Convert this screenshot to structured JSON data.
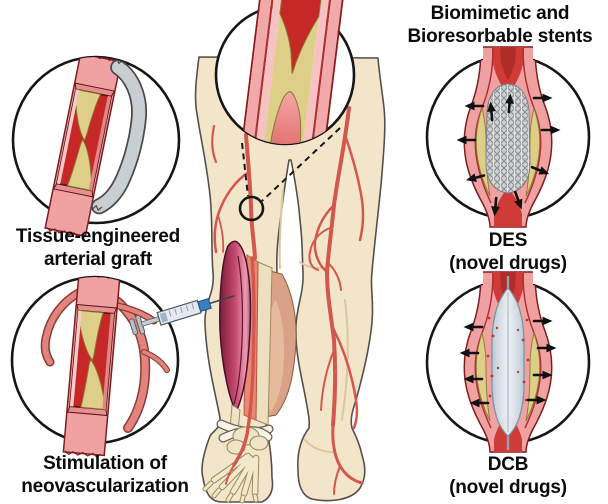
{
  "labels": {
    "tissue_graft": {
      "line1": "Tissue-engineered",
      "line2": "arterial graft"
    },
    "neovascularization": {
      "line1": "Stimulation of",
      "line2": "neovascularization"
    },
    "stents": {
      "line1": "Biomimetic and",
      "line2": "Bioresorbable stents"
    },
    "des": {
      "line1": "DES",
      "line2": "(novel drugs)"
    },
    "dcb": {
      "line1": "DCB",
      "line2": "(novel drugs)"
    }
  },
  "insets": [
    {
      "id": "stenosis-magnified",
      "depicts": "magnified artery with atherosclerotic plaque"
    },
    {
      "id": "arterial-graft",
      "depicts": "gray bypass graft around occluded artery"
    },
    {
      "id": "neovascularization",
      "depicts": "collateral vessels growing around occluded artery"
    },
    {
      "id": "stent",
      "depicts": "expanding mesh stent with outward arrows"
    },
    {
      "id": "balloon",
      "depicts": "drug-coated balloon with outward arrows"
    }
  ],
  "colors": {
    "background": "#ffffff",
    "text": "#0b0b0b",
    "outline": "#161616",
    "skin": "#f2e5c9",
    "skin_outline": "#55504a",
    "artery_wall_pink": "#f0a2a2",
    "artery_wall_outline": "#7e1d1d",
    "lumen_red": "#c62828",
    "lumen_pink": "#ee8b8b",
    "plaque_yellow": "#ddcf87",
    "plaque_outline": "#8a7930",
    "leg_artery_red": "#d4574e",
    "muscle_dark": "#7e1c3c",
    "muscle_light": "#ec9bb0",
    "muscle_tan": "#d9a286",
    "bone_beige": "#efe4c6",
    "graft_gray": "#c9ced2",
    "stent_gray": "#cdd1d3",
    "balloon_blue": "#dbe7ef",
    "syringe_blue": "#3a7fc1",
    "arrow_black": "#111111"
  }
}
